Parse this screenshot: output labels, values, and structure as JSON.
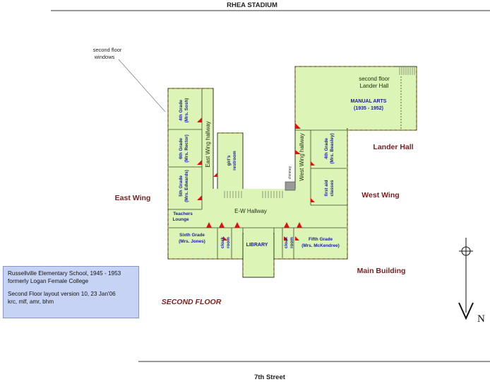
{
  "title_top": "RHEA STADIUM",
  "street": "7th Street",
  "floor_label": "SECOND FLOOR",
  "wing_labels": {
    "east": "East Wing",
    "west": "West Wing",
    "lander": "Lander Hall",
    "main": "Main Building"
  },
  "windows_note": [
    "second floor",
    "windows"
  ],
  "rooms": {
    "fourth_grade_sosh": [
      "4th Grade",
      "(Mrs. Sosh)"
    ],
    "sixth_grade_rector": [
      "6th Grade",
      "(Mrs. Rector)"
    ],
    "fifth_grade_edwards": [
      "5th Grade",
      "(Mrs. Edwards)"
    ],
    "teachers_lounge": [
      "Teachers",
      "Lounge"
    ],
    "girls_restroom": [
      "girl's",
      "restroom"
    ],
    "east_wing_hallway": "East Wing hallway",
    "west_wing_hallway": "West Wing hallway",
    "ew_hallway": "E-W Hallway",
    "chimney": "chimney",
    "fourth_grade_beasley": [
      "4th Grade",
      "(Mrs. Beasley)"
    ],
    "first_aid": [
      "first aid",
      "classes"
    ],
    "sixth_grade_jones": [
      "Sixth Grade",
      "(Mrs. Jones)"
    ],
    "cloak_room": [
      "cloak",
      "room"
    ],
    "library": "LIBRARY",
    "fifth_grade_mckendree": [
      "Fifth Grade",
      "(Mrs. McKendree)"
    ],
    "lander_second_floor": [
      "second floor",
      "Lander Hall"
    ],
    "manual_arts": [
      "MANUAL ARTS",
      "(1935 - 1952)"
    ]
  },
  "compass": "N",
  "info_box": {
    "line1": "Russellville Elementary School, 1945 - 1953",
    "line2": "formerly Logan Female College",
    "line3": "Second Floor layout version 10,  23 Jan'06",
    "line4": "krc, mlf, amr, bhm"
  },
  "colors": {
    "floor": "#dcf5b6",
    "wall": "#2b3a1a",
    "window": "#c9c08a",
    "door_marker": "#e01010",
    "room_text": "#1a1aa8",
    "label_text": "#7a1f1f",
    "info_bg": "#c7d3f5"
  }
}
